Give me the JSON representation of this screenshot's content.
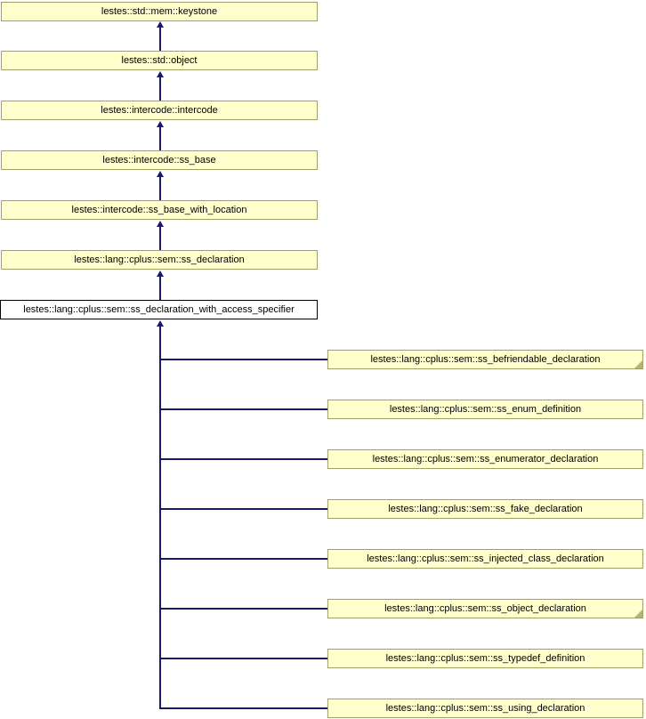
{
  "diagram": {
    "type": "class-inheritance-graph",
    "colors": {
      "node_fill": "#ffffce",
      "node_border": "#a0a064",
      "focus_node_fill": "#ffffff",
      "focus_node_border": "#000000",
      "edge": "#191970",
      "text": "#000000"
    },
    "nodes": [
      {
        "label": "lestes::std::mem::keystone",
        "role": "base"
      },
      {
        "label": "lestes::std::object",
        "role": "base"
      },
      {
        "label": "lestes::intercode::intercode",
        "role": "base"
      },
      {
        "label": "lestes::intercode::ss_base",
        "role": "base"
      },
      {
        "label": "lestes::intercode::ss_base_with_location",
        "role": "base"
      },
      {
        "label": "lestes::lang::cplus::sem::ss_declaration",
        "role": "base"
      },
      {
        "label": "lestes::lang::cplus::sem::ss_declaration_with_access_specifier",
        "role": "focus"
      },
      {
        "label": "lestes::lang::cplus::sem::ss_befriendable_declaration",
        "role": "derived",
        "has_subclasses": true
      },
      {
        "label": "lestes::lang::cplus::sem::ss_enum_definition",
        "role": "derived",
        "has_subclasses": false
      },
      {
        "label": "lestes::lang::cplus::sem::ss_enumerator_declaration",
        "role": "derived",
        "has_subclasses": false
      },
      {
        "label": "lestes::lang::cplus::sem::ss_fake_declaration",
        "role": "derived",
        "has_subclasses": false
      },
      {
        "label": "lestes::lang::cplus::sem::ss_injected_class_declaration",
        "role": "derived",
        "has_subclasses": false
      },
      {
        "label": "lestes::lang::cplus::sem::ss_object_declaration",
        "role": "derived",
        "has_subclasses": true
      },
      {
        "label": "lestes::lang::cplus::sem::ss_typedef_definition",
        "role": "derived",
        "has_subclasses": false
      },
      {
        "label": "lestes::lang::cplus::sem::ss_using_declaration",
        "role": "derived",
        "has_subclasses": false
      }
    ]
  }
}
